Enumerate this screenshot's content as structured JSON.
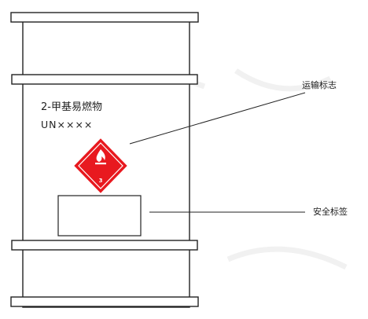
{
  "drum": {
    "product_name": "2-甲基易燃物",
    "un_number": "UN××××"
  },
  "hazard_label": {
    "class_number": "3",
    "symbol": "flame-icon",
    "color": "#e8191f"
  },
  "callouts": {
    "transport_mark": "运输标志",
    "safety_label": "安全标签"
  }
}
